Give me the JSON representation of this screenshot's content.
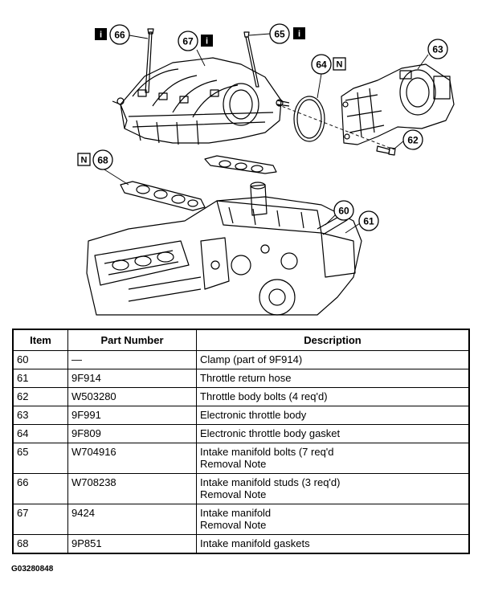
{
  "callouts": {
    "c60": "60",
    "c61": "61",
    "c62": "62",
    "c63": "63",
    "c64": "64",
    "c65": "65",
    "c66": "66",
    "c67": "67",
    "c68": "68"
  },
  "badges": {
    "info": "i",
    "new": "N"
  },
  "table": {
    "headers": {
      "item": "Item",
      "part": "Part Number",
      "desc": "Description"
    },
    "rows": [
      {
        "item": "60",
        "part": "—",
        "desc": "Clamp (part of 9F914)",
        "note": ""
      },
      {
        "item": "61",
        "part": "9F914",
        "desc": "Throttle return hose",
        "note": ""
      },
      {
        "item": "62",
        "part": "W503280",
        "desc": "Throttle body bolts (4 req'd)",
        "note": ""
      },
      {
        "item": "63",
        "part": "9F991",
        "desc": "Electronic throttle body",
        "note": ""
      },
      {
        "item": "64",
        "part": "9F809",
        "desc": "Electronic throttle body gasket",
        "note": ""
      },
      {
        "item": "65",
        "part": "W704916",
        "desc": "Intake manifold bolts (7 req'd",
        "note": "Removal Note"
      },
      {
        "item": "66",
        "part": "W708238",
        "desc": "Intake manifold studs (3 req'd)",
        "note": "Removal Note"
      },
      {
        "item": "67",
        "part": "9424",
        "desc": "Intake manifold",
        "note": "Removal Note"
      },
      {
        "item": "68",
        "part": "9P851",
        "desc": "Intake manifold gaskets",
        "note": ""
      }
    ]
  },
  "figure_code": "G03280848"
}
